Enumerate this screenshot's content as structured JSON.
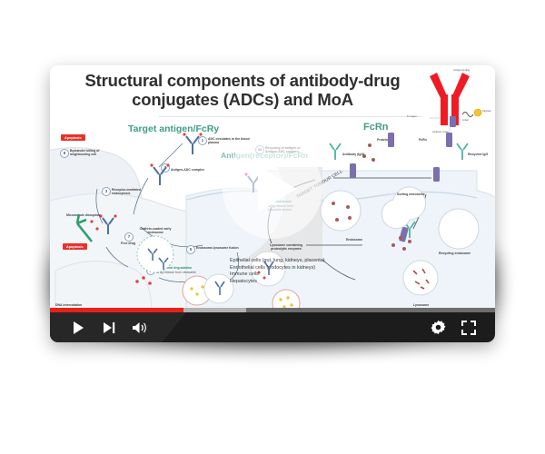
{
  "player": {
    "slide_title": "Structural components of antibody-drug conjugates (ADCs) and MoA",
    "center_play_label": "Play",
    "progress": {
      "played_percent": 30,
      "loaded_percent": 44
    },
    "controls": {
      "play": "Play",
      "next": "Next",
      "volume": "Mute",
      "settings": "Settings",
      "fullscreen": "Full screen"
    },
    "accent_color": "#e62117",
    "bar_color": "#1c1c1c"
  },
  "slide": {
    "sections": {
      "target_antigen": "Target antigen/FcRy",
      "antigen_receptor": "Antigen(receptor)/FcRn",
      "fcrn": "FcRn"
    },
    "antibody_legend": {
      "fc_region": "Fc region",
      "antigen_binding": "Antigen binding",
      "linker": "Linker",
      "payload": "Payload",
      "antibody_moiety": "Antibody moiety"
    },
    "left_pathway": [
      {
        "num": "1",
        "label": "ADC circulates in the blood plasma"
      },
      {
        "num": "2",
        "label": "Antigen-ADC complex"
      },
      {
        "num": "3",
        "label": "Receptor-mediated endocytosis"
      },
      {
        "num": "4a",
        "label": "Recycling of antigen or Antigen-ADC complex"
      },
      {
        "num": "4b",
        "label": "Late endosome",
        "sub": "Drug release from cleavable linkers"
      },
      {
        "num": "5",
        "label": "Endosome-lysosome fusion"
      },
      {
        "num": "6",
        "label": "Lysosomal degradation",
        "sub": "Drug release from cleavable"
      },
      {
        "num": "7",
        "label": "Free drug"
      },
      {
        "num": "8",
        "label": "Bystander killing of neighbouring cell"
      }
    ],
    "left_annotations": {
      "apoptosis_top": "Apoptosis",
      "apoptosis_bottom": "Apoptosis",
      "microtubule": "Microtubule disruption",
      "clathrin": "Clathrin-coated early endosome",
      "lysosome": "Lysosome containing proteolytic enzymes",
      "tumour_cell": "TARGET TUMOUR CELL",
      "dna": "DNA intercalation"
    },
    "right_annotations": {
      "antibody_igg": "Antibody (IgG)",
      "protein": "Protein",
      "fcrn_receptor": "FcRn",
      "endosome": "Endosome",
      "sorting_endosome": "Sorting endosome",
      "recycling_endosome": "Recycling endosome",
      "lysosome": "Lysosome",
      "recycled_igg": "Recycled IgG"
    },
    "cell_types": [
      "Epithelial cells (gut, lung, kidneys, placenta)",
      "Endothelial cells (podocytes in kidneys)",
      "Immune cells",
      "Hepatocytes"
    ]
  }
}
